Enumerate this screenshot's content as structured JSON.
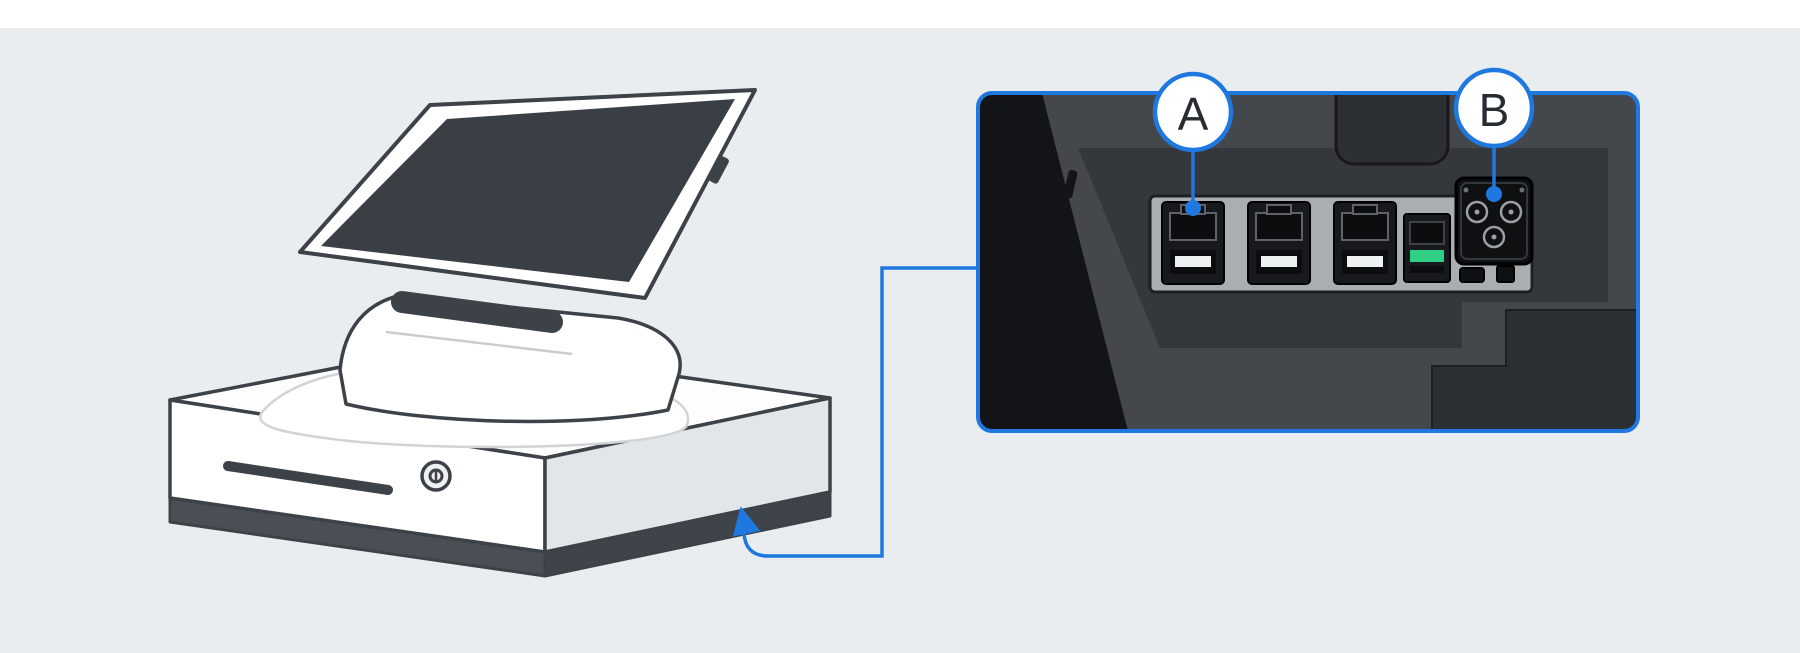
{
  "page": {
    "background": "#e9edf0",
    "top_strip": "#ffffff"
  },
  "colors": {
    "accent": "#1e78e0",
    "outline": "#3d4248",
    "badge_text": "#272d33",
    "panel_gray": "#44484d",
    "panel_black": "#121417",
    "inset_gray": "#34383d",
    "strip_gray": "#a9aeb3",
    "device_white": "#ffffff",
    "side_gray": "#e3e6e9",
    "band_dark": "#4a4f55",
    "screen_dark": "#3a3f45",
    "green": "#2fd084"
  },
  "callouts": {
    "a": {
      "label": "A",
      "points_to": "ethernet-usb-port"
    },
    "b": {
      "label": "B",
      "points_to": "power-connector-port"
    }
  }
}
